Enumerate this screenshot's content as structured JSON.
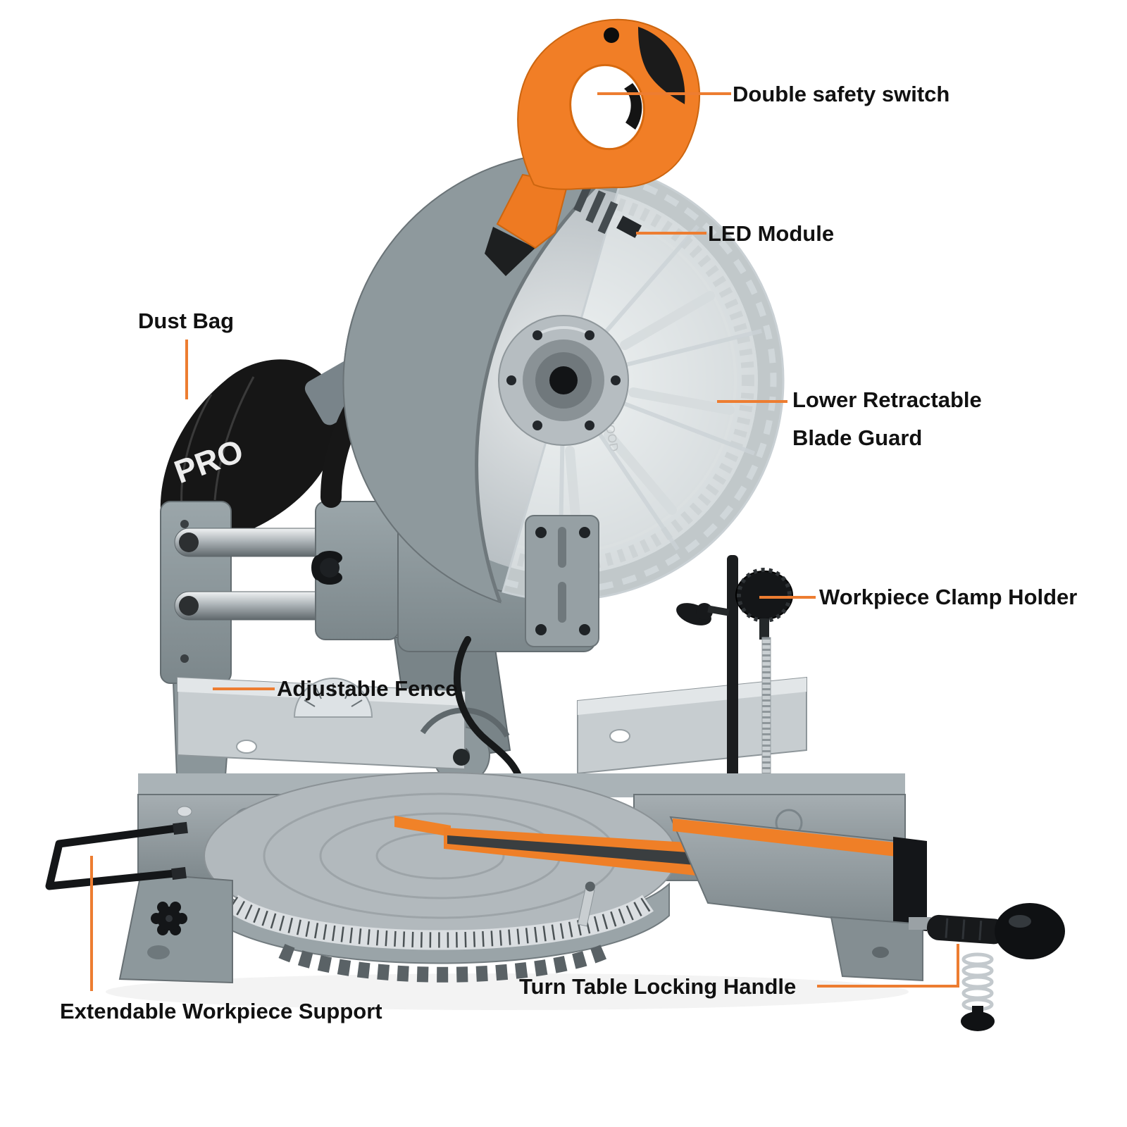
{
  "meta": {
    "background": "#ffffff"
  },
  "colors": {
    "callout_line": "#ED7D31",
    "label_text": "#111111",
    "machine_orange": "#F07E26",
    "machine_gray": "#8E999D",
    "machine_black": "#161616"
  },
  "callouts": {
    "double_safety_switch": "Double safety switch",
    "led_module": "LED Module",
    "dust_bag": "Dust Bag",
    "lower_retractable_blade_guard_line1": "Lower Retractable",
    "lower_retractable_blade_guard_line2": "Blade Guard",
    "workpiece_clamp_holder": "Workpiece Clamp Holder",
    "adjustable_fence": "Adjustable Fence",
    "extendable_workpiece_support": "Extendable Workpiece Support",
    "turn_table_locking_handle": "Turn Table Locking Handle"
  },
  "machine_markings": {
    "motor_decal": "PRO",
    "dust_bag_decal": "PRO",
    "blade_decal": "WOOD"
  }
}
